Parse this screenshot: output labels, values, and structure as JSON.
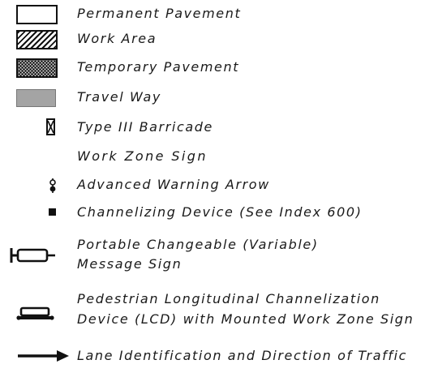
{
  "legend": {
    "items": [
      {
        "label": "Permanent Pavement",
        "icon": "permanent-pavement-icon"
      },
      {
        "label": "Work Area",
        "icon": "work-area-icon"
      },
      {
        "label": "Temporary Pavement",
        "icon": "temporary-pavement-icon"
      },
      {
        "label": "Travel Way",
        "icon": "travel-way-icon"
      },
      {
        "label": "Type III Barricade",
        "icon": "type-iii-barricade-icon"
      },
      {
        "label": "Work Zone Sign",
        "icon": ""
      },
      {
        "label": "Advanced Warning Arrow",
        "icon": "advanced-warning-arrow-icon"
      },
      {
        "label": "Channelizing Device (See Index 600)",
        "icon": "channelizing-device-icon"
      },
      {
        "label_line1": "Portable Changeable (Variable)",
        "label_line2": "Message Sign",
        "icon": "portable-message-sign-icon"
      },
      {
        "label_line1": "Pedestrian Longitudinal Channelization",
        "label_line2": "Device (LCD) with Mounted Work Zone Sign",
        "icon": "pedestrian-lcd-icon"
      },
      {
        "label": "Lane Identification and Direction of Traffic",
        "icon": "lane-direction-arrow-icon"
      }
    ]
  },
  "colors": {
    "stroke": "#111111",
    "travel_way_fill": "#a4a4a4",
    "background": "#ffffff"
  }
}
